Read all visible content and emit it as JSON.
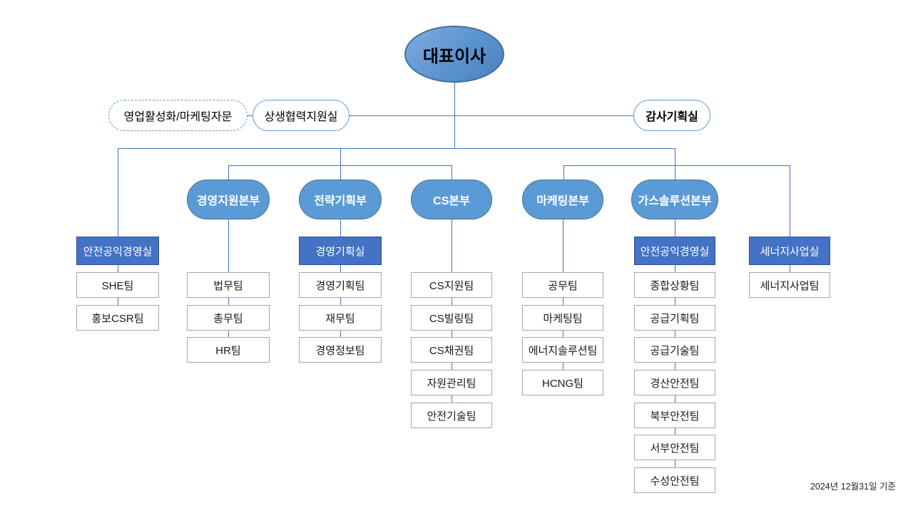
{
  "ceo": {
    "label": "대표이사"
  },
  "assistants": {
    "advisory": {
      "label": "영업활성화/마케팅자문"
    },
    "support": {
      "label": "상생협력지원실"
    },
    "audit": {
      "label": "감사기획실"
    }
  },
  "divisions": [
    {
      "label": "경영지원본부"
    },
    {
      "label": "전략기획부"
    },
    {
      "label": "CS본부"
    },
    {
      "label": "마케팅본부"
    },
    {
      "label": "가스솔루션본부"
    }
  ],
  "offices": [
    {
      "label": "안전공익경영실"
    },
    {
      "label": "경영기획실"
    },
    {
      "label": "안전공익경영실"
    },
    {
      "label": "세너지사업실"
    }
  ],
  "columns": [
    {
      "teams": [
        "SHE팀",
        "홍보CSR팀"
      ]
    },
    {
      "teams": [
        "법무팀",
        "총무팀",
        "HR팀"
      ]
    },
    {
      "teams": [
        "경영기획팀",
        "재무팀",
        "경영정보팀"
      ]
    },
    {
      "teams": [
        "CS지원팀",
        "CS빌링팀",
        "CS채권팀",
        "자원관리팀",
        "안전기술팀"
      ]
    },
    {
      "teams": [
        "공무팀",
        "마케팅팀",
        "에너지솔루션팀",
        "HCNG팀"
      ]
    },
    {
      "teams": [
        "종합상황팀",
        "공급기획팀",
        "공급기술팀",
        "경산안전팀",
        "북부안전팀",
        "서부안전팀",
        "수성안전팀"
      ]
    },
    {
      "teams": [
        "세너지사업팀"
      ]
    }
  ],
  "footer": {
    "caption": "2024년 12월31일 기준"
  },
  "colors": {
    "connector": "#4472C4",
    "division_fill": "#5B9BD5",
    "division_border": "#41719C",
    "office_fill": "#4472C4",
    "office_border": "#2F528F",
    "team_border": "#A6A6A6",
    "assistant_border": "#5B9BD5"
  }
}
